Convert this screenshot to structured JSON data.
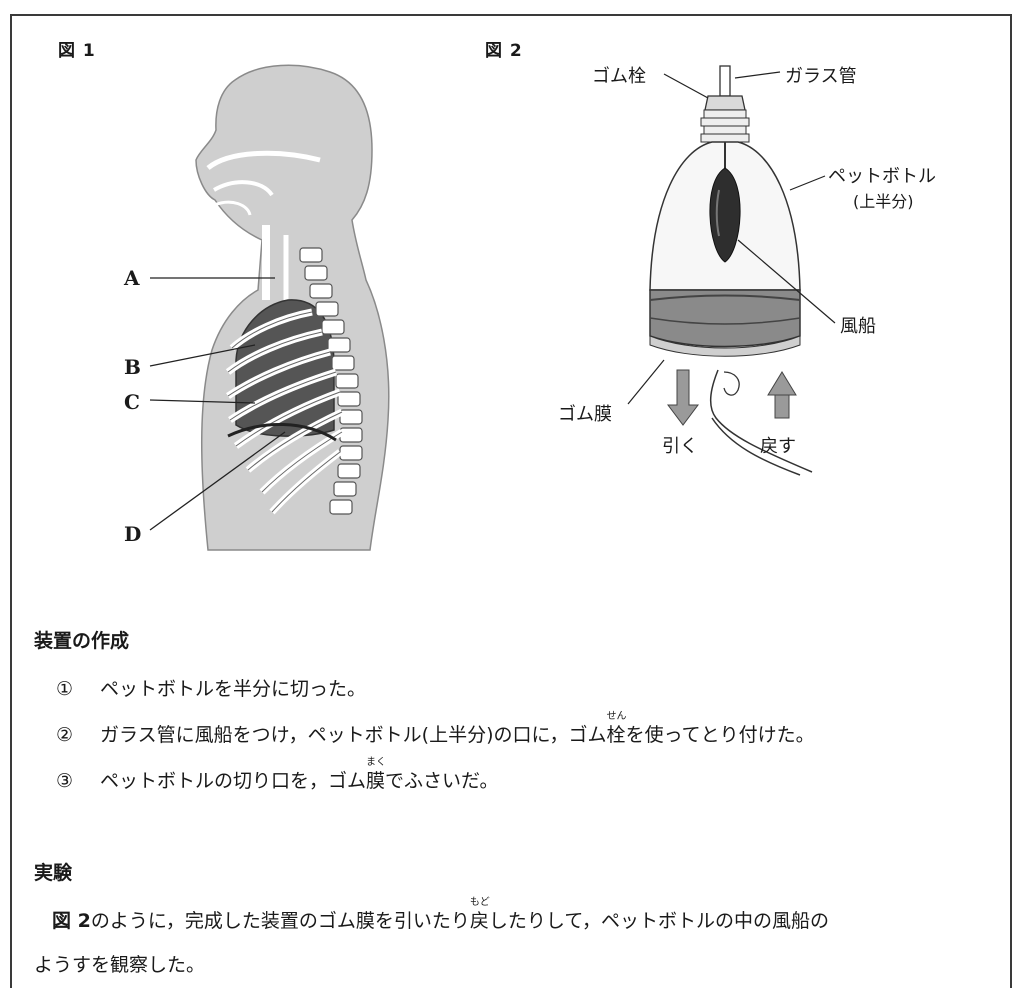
{
  "figure1": {
    "title": "図 1",
    "labels": {
      "A": "A",
      "B": "B",
      "C": "C",
      "D": "D"
    }
  },
  "figure2": {
    "title": "図 2",
    "labels": {
      "rubber_stopper": "ゴム栓",
      "glass_tube": "ガラス管",
      "pet_bottle": "ペットボトル",
      "pet_bottle_sub": "(上半分)",
      "balloon": "風船",
      "rubber_membrane": "ゴム膜",
      "pull": "引く",
      "return": "戻す"
    }
  },
  "device": {
    "heading": "装置の作成",
    "steps": [
      {
        "num": "①",
        "text": "ペットボトルを半分に切った。"
      },
      {
        "num": "②",
        "text_before": "ガラス管に風船をつけ，ペットボトル(上半分)の口に，ゴム",
        "ruby_base": "栓",
        "ruby_text": "せん",
        "text_after": "を使ってとり付けた。"
      },
      {
        "num": "③",
        "text_before": "ペットボトルの切り口を，ゴム",
        "ruby_base": "膜",
        "ruby_text": "まく",
        "text_after": "でふさいだ。"
      }
    ]
  },
  "experiment": {
    "heading": "実験",
    "line1_bold": "図 2",
    "line1_before_ruby": "のように，完成した装置のゴム膜を引いたり",
    "ruby_base": "戻",
    "ruby_text": "もど",
    "line1_after_ruby": "したりして，ペットボトルの中の風船の",
    "line2": "ようすを観察した。"
  }
}
